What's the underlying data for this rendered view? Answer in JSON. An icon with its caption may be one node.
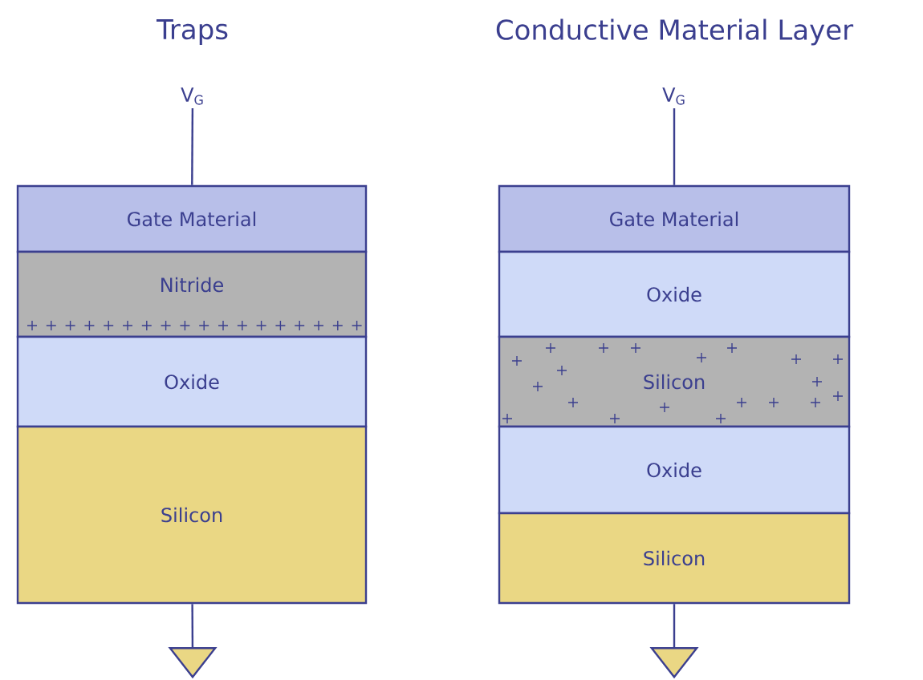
{
  "diagram": {
    "nodes": [
      {
        "text": [
          "V$_{G}$"
        ]
      },
      {
        "text": [
          "Gate Material"
        ]
      },
      {
        "text": [
          "Nitride"
        ]
      },
      {
        "text": [
          "Oxide"
        ]
      },
      {
        "text": [
          "Silicon"
        ]
      },
      {
        "text": [],
        "shape": "triangle"
      },
      {
        "text": [
          "V$_{G}$"
        ]
      },
      {
        "text": [
          "Gate Material"
        ]
      },
      {
        "text": [
          "Oxide"
        ]
      },
      {
        "text": [
          "Silicon"
        ]
      },
      {
        "text": [
          "Oxide"
        ]
      },
      {
        "text": [
          "Silicon"
        ]
      },
      {
        "text": [],
        "shape": "triangle"
      }
    ],
    "edges": [
      {
        "from": 0,
        "to": 1,
        "arrow": "none"
      },
      {
        "from": 4,
        "to": 5,
        "arrow": "none"
      },
      {
        "from": 6,
        "to": 7,
        "arrow": "none"
      },
      {
        "from": 11,
        "to": 12,
        "arrow": "none"
      }
    ],
    "labels": [
      "Traps",
      "Conductive Material Layer"
    ]
  }
}
